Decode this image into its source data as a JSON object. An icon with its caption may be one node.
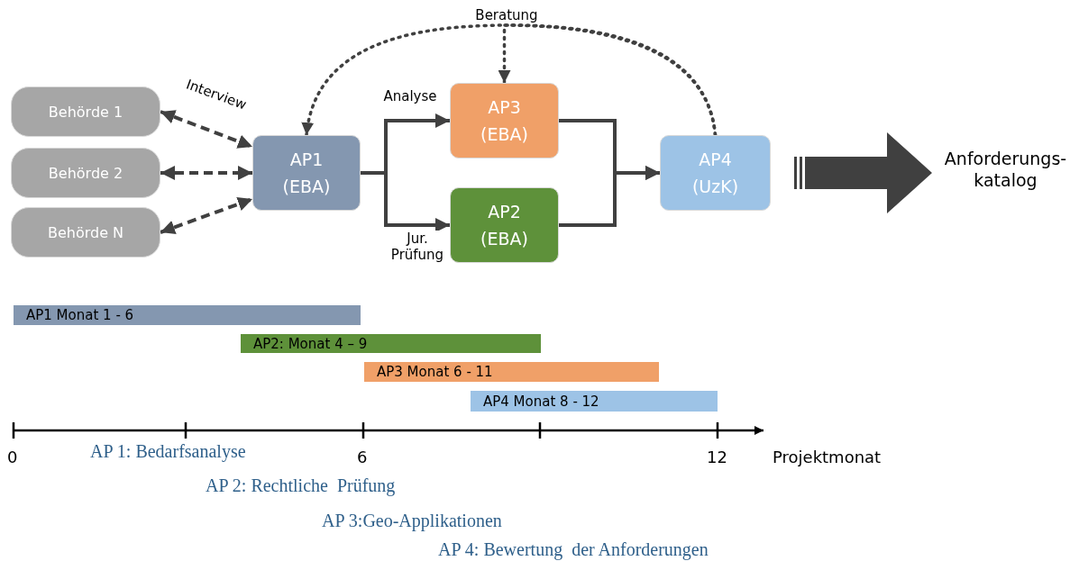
{
  "diagram": {
    "nodes": [
      {
        "text": [
          "Behörde 1"
        ]
      },
      {
        "text": [
          "Behörde 2"
        ]
      },
      {
        "text": [
          "Behörde N"
        ]
      },
      {
        "text": [
          "AP1 (EBA)"
        ]
      },
      {
        "text": [
          "AP3 (EBA)"
        ]
      },
      {
        "text": [
          "AP2 (EBA)"
        ]
      },
      {
        "text": [
          "AP4 (UzK)"
        ]
      },
      {
        "text": [
          "Anforderungs- katalog"
        ]
      },
      {
        "text": [
          "AP1 Monat 1 - 6"
        ]
      },
      {
        "text": [
          "AP2: Monat 4 – 9"
        ]
      },
      {
        "text": [
          "AP3 Monat 6 - 11"
        ]
      },
      {
        "text": [
          "AP4 Monat 8 - 12"
        ]
      }
    ],
    "edges": [
      {
        "from": 0,
        "to": 3,
        "arrow": "both",
        "style": "dashed",
        "label": "Interview"
      },
      {
        "from": 1,
        "to": 3,
        "arrow": "both",
        "style": "dashed"
      },
      {
        "from": 2,
        "to": 3,
        "arrow": "both",
        "style": "dashed"
      },
      {
        "from": 3,
        "to": 4,
        "arrow": "to",
        "label": "Analyse"
      },
      {
        "from": 3,
        "to": 5,
        "arrow": "to",
        "label": "Jur. Prüfung"
      },
      {
        "from": 4,
        "to": 6,
        "arrow": "to"
      },
      {
        "from": 5,
        "to": 6,
        "arrow": "to"
      },
      {
        "from": 6,
        "to": 3,
        "arrow": "to",
        "style": "dashed"
      },
      {
        "from": 6,
        "to": 4,
        "arrow": "to",
        "style": "dashed",
        "label": "Beratung"
      },
      {
        "from": 6,
        "to": 7,
        "arrow": "to",
        "style": "thick"
      }
    ],
    "labels": [
      "0",
      "6",
      "12",
      "Projektmonat",
      "AP 1: Bedarfsanalyse",
      "AP 2: Rechtliche  Prüfung",
      "AP 3:Geo-Applikationen",
      "AP 4: Bewertung  der Anforderungen"
    ]
  }
}
